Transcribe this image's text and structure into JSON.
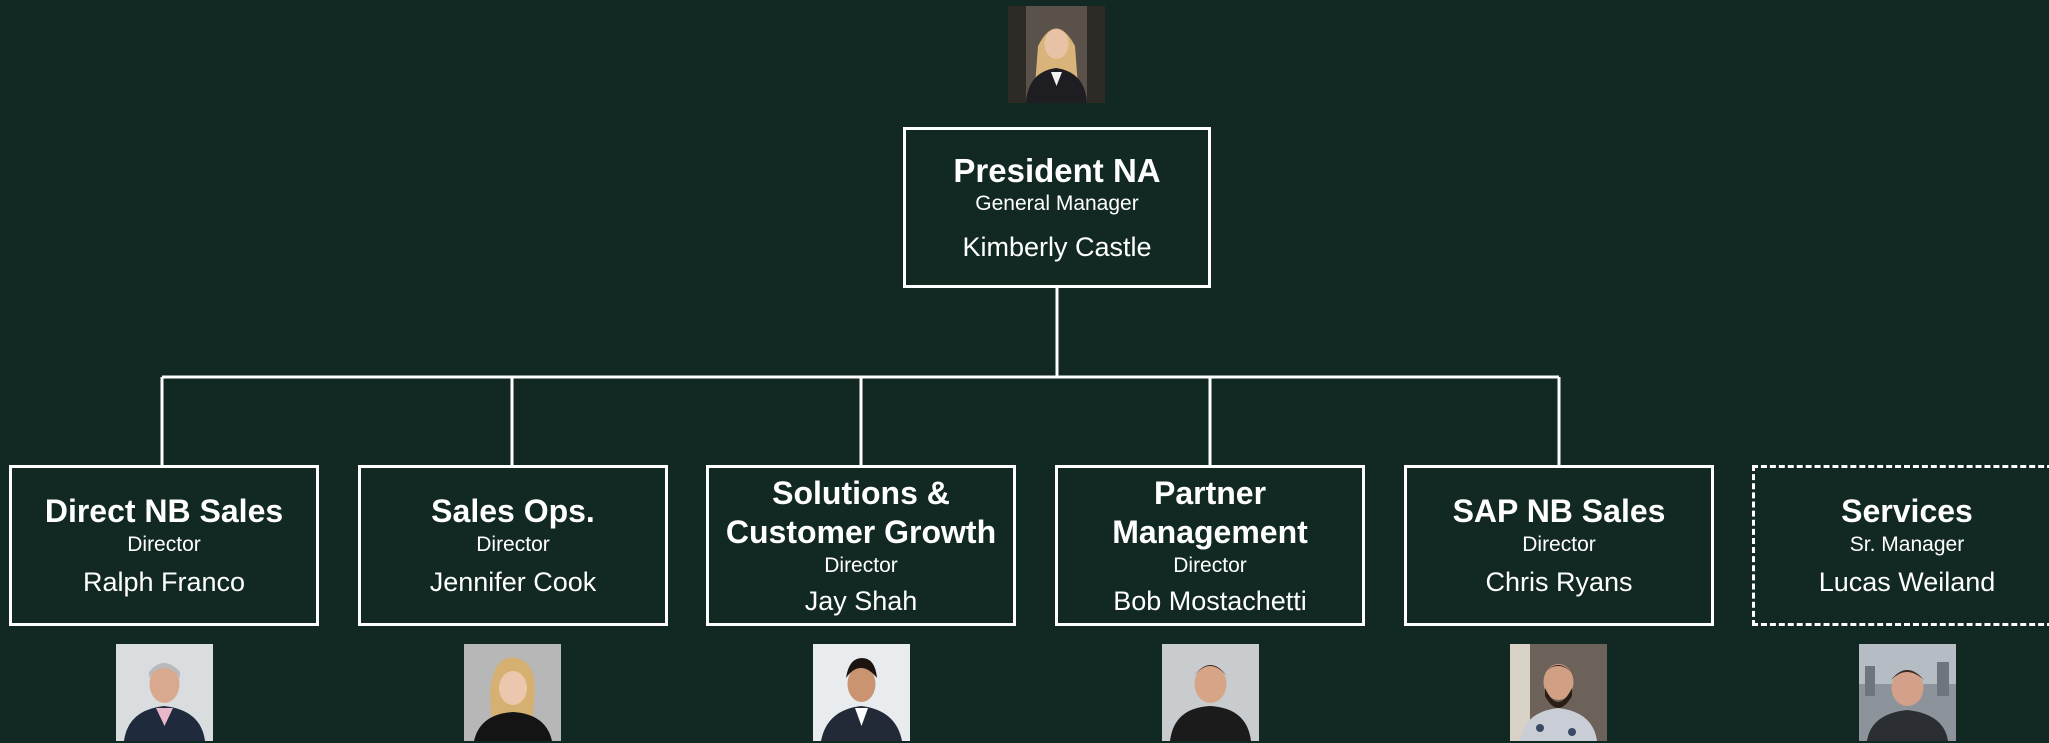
{
  "top": {
    "title": "President NA",
    "role": "General Manager",
    "name": "Kimberly Castle",
    "photo": "headshot-woman-blonde"
  },
  "reports": [
    {
      "title": "Direct NB Sales",
      "role": "Director",
      "name": "Ralph Franco",
      "photo": "headshot-man-gray-hair",
      "dashed": false
    },
    {
      "title": "Sales Ops.",
      "role": "Director",
      "name": "Jennifer Cook",
      "photo": "headshot-woman-blonde",
      "dashed": false
    },
    {
      "title": "Solutions & Customer Growth",
      "role": "Director",
      "name": "Jay Shah",
      "photo": "headshot-man-dark-hair",
      "dashed": false
    },
    {
      "title": "Partner Management",
      "role": "Director",
      "name": "Bob Mostachetti",
      "photo": "headshot-man-short-hair",
      "dashed": false
    },
    {
      "title": "SAP NB Sales",
      "role": "Director",
      "name": "Chris Ryans",
      "photo": "headshot-man-beard",
      "dashed": false
    },
    {
      "title": "Services",
      "role": "Sr. Manager",
      "name": "Lucas Weiland",
      "photo": "headshot-man-outdoor",
      "dashed": true
    }
  ],
  "colors": {
    "background": "#122923",
    "line": "#ffffff"
  }
}
